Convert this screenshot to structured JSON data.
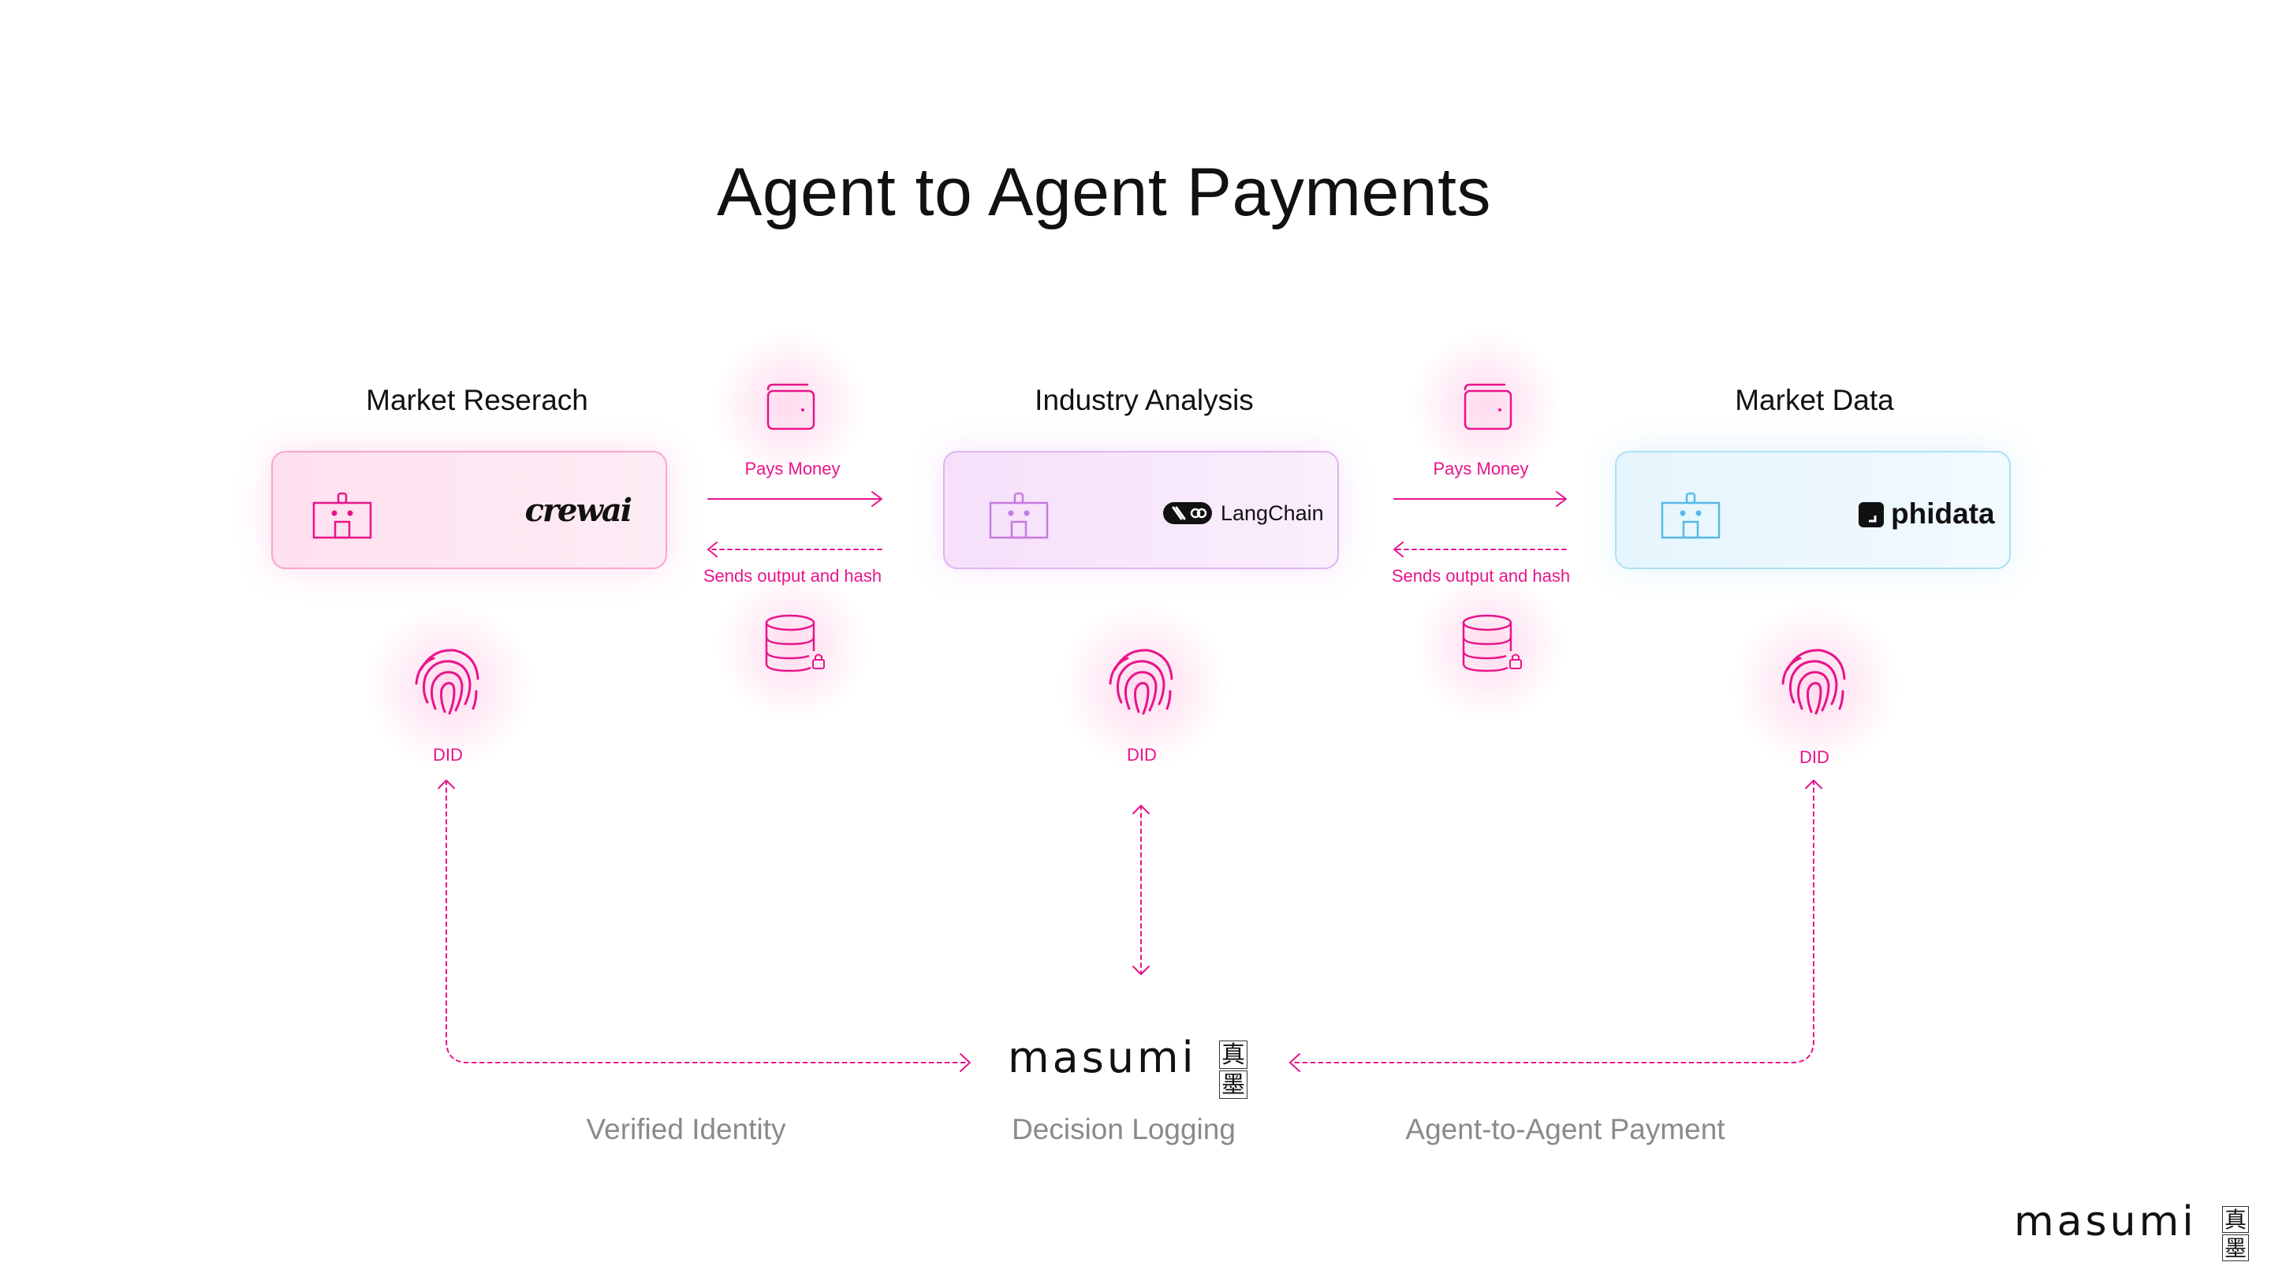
{
  "title": "Agent to Agent Payments",
  "agents": [
    {
      "name": "Market Reserach",
      "logo": "crewai"
    },
    {
      "name": "Industry Analysis",
      "logo": "LangChain"
    },
    {
      "name": "Market Data",
      "logo": "phidata"
    }
  ],
  "connectors": [
    {
      "pay_label": "Pays Money",
      "return_label": "Sends output and hash"
    },
    {
      "pay_label": "Pays Money",
      "return_label": "Sends output and hash"
    }
  ],
  "did_label": "DID",
  "center_brand": {
    "word": "masumi",
    "kanji_top": "真",
    "kanji_bottom": "墨"
  },
  "footer_brand": {
    "word": "masumi",
    "kanji_top": "真",
    "kanji_bottom": "墨"
  },
  "bottom_labels": [
    "Verified Identity",
    "Decision Logging",
    "Agent-to-Agent Payment"
  ],
  "colors": {
    "accent": "#e8148c",
    "purple": "#c77ae0",
    "blue": "#5ab8e6",
    "text": "#111111",
    "muted": "#8a8a8a"
  }
}
